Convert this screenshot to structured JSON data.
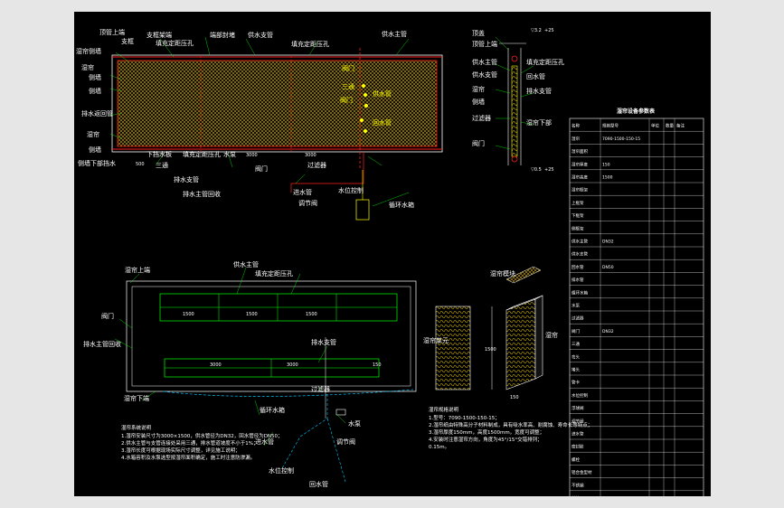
{
  "colors": {
    "background": "#000000",
    "outer": "#e6e6e6",
    "pipe_red": "#ff2020",
    "pipe_green": "#00ff00",
    "pad_yellow": "#d8b800",
    "cyan_dash": "#00c8ff",
    "white": "#ffffff"
  },
  "top_view": {
    "labels_top": [
      "顶管上端",
      "支框",
      "支框架端",
      "填充定距压孔",
      "端部封堵",
      "供水支管",
      "填充定距压孔",
      "供水主管"
    ],
    "labels_left": [
      "湿帘侧墙",
      "湿帘",
      "侧墙",
      "侧墙",
      "排水返回管",
      "湿帘",
      "侧墙",
      "侧墙下部挡水"
    ],
    "labels_bottom": [
      "下挡水板",
      "三通",
      "填充定距压孔",
      "水泵",
      "阀门",
      "排水支管",
      "排水主管回收",
      "过滤器",
      "进水管",
      "调节阀",
      "水位控制",
      "循环水箱"
    ],
    "labels_right_markers": [
      "阀门",
      "三通",
      "阀门",
      "供水管",
      "回水管"
    ],
    "dims": [
      "500",
      "3000",
      "3000"
    ]
  },
  "section_view": {
    "labels": [
      "顶盖",
      "顶管上端",
      "供水主管",
      "供水支管",
      "湿帘",
      "侧墙",
      "过滤器",
      "阀门",
      "填充定距压孔",
      "回水管",
      "排水支管",
      "湿帘下部"
    ],
    "levels": [
      "▽3.2",
      "+25",
      "▽0.5",
      "+25"
    ]
  },
  "front_view": {
    "labels": [
      "湿帘上端",
      "供水主管",
      "填充定距压孔",
      "排水主管回收",
      "阀门",
      "排水支管",
      "湿帘下端",
      "循环水箱",
      "过滤器",
      "水泵",
      "进水管",
      "调节阀",
      "水位控制",
      "回水管"
    ],
    "dims": [
      "1500",
      "1500",
      "1500",
      "3000",
      "3000",
      "150"
    ]
  },
  "pad_detail": {
    "labels": [
      "湿帘单元",
      "湿帘",
      "湿帘模块",
      "1500",
      "150"
    ]
  },
  "notes": {
    "left_title": "湿帘系统说明",
    "left_lines": [
      "1.湿帘安装尺寸为3000×1500，供水管径为DN32，回水管径为DN50；",
      "2.供水主管与支管连接处采用三通，排水管道坡度不小于1%；",
      "3.湿帘长度可根据现场实际尺寸调整，详见施工说明；",
      "4.水箱容积及水泵选型按湿帘面积确定，施工时注意防渗漏。"
    ],
    "right_title": "湿帘规格说明",
    "right_lines": [
      "1.型号：7090-1500-150-15；",
      "2.湿帘纸由特殊高分子材料制成，具有吸水率高、耐腐蚀、寿命长等特点；",
      "3.湿帘厚度150mm，高度1500mm，宽度可调整；",
      "4.安装时注意湿帘方向，角度为45°/15°交错排列；",
      "0.15m。"
    ]
  },
  "table": {
    "title": "湿帘设备参数表",
    "headers": [
      "名称",
      "规格型号",
      "单位",
      "数量",
      "备注"
    ],
    "rows": [
      [
        "湿帘",
        "7090-1500-150-15",
        "",
        "",
        ""
      ],
      [
        "湿帘面积",
        "",
        "",
        "",
        ""
      ],
      [
        "湿帘厚度",
        "150",
        "",
        "",
        ""
      ],
      [
        "湿帘高度",
        "1500",
        "",
        "",
        ""
      ],
      [
        "湿帘框架",
        "",
        "",
        "",
        ""
      ],
      [
        "上框架",
        "",
        "",
        "",
        ""
      ],
      [
        "下框架",
        "",
        "",
        "",
        ""
      ],
      [
        "侧框架",
        "",
        "",
        "",
        ""
      ],
      [
        "供水主管",
        "DN32",
        "",
        "",
        ""
      ],
      [
        "供水支管",
        "",
        "",
        "",
        ""
      ],
      [
        "回水管",
        "DN50",
        "",
        "",
        ""
      ],
      [
        "排水管",
        "",
        "",
        "",
        ""
      ],
      [
        "循环水箱",
        "",
        "",
        "",
        ""
      ],
      [
        "水泵",
        "",
        "",
        "",
        ""
      ],
      [
        "过滤器",
        "",
        "",
        "",
        ""
      ],
      [
        "阀门",
        "DN32",
        "",
        "",
        ""
      ],
      [
        "三通",
        "",
        "",
        "",
        ""
      ],
      [
        "弯头",
        "",
        "",
        "",
        ""
      ],
      [
        "堵头",
        "",
        "",
        "",
        ""
      ],
      [
        "管卡",
        "",
        "",
        "",
        ""
      ],
      [
        "水位控制",
        "",
        "",
        "",
        ""
      ],
      [
        "浮球阀",
        "",
        "",
        "",
        ""
      ],
      [
        "调节阀",
        "",
        "",
        "",
        ""
      ],
      [
        "进水管",
        "",
        "",
        "",
        ""
      ],
      [
        "密封胶",
        "",
        "",
        "",
        ""
      ],
      [
        "螺栓",
        "",
        "",
        "",
        ""
      ],
      [
        "铝合金型材",
        "",
        "",
        "",
        ""
      ],
      [
        "不锈钢",
        "",
        "",
        "",
        ""
      ],
      [
        "其他",
        "",
        "",
        "",
        ""
      ]
    ]
  }
}
